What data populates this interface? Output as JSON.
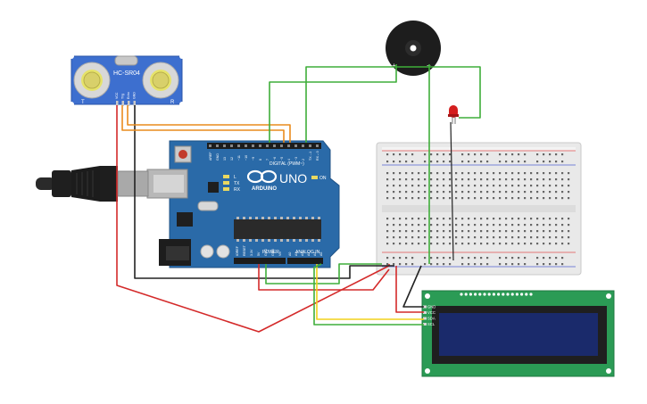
{
  "sensor": {
    "model": "HC-SR04",
    "left_mark": "T",
    "right_mark": "R",
    "pins": [
      "VCC",
      "Trig",
      "Echo",
      "GND"
    ]
  },
  "arduino": {
    "brand": "ARDUINO",
    "model": "UNO",
    "digital_label": "DIGITAL (PWM~)",
    "power_label": "POWER",
    "analog_label": "ANALOG IN",
    "led_tx": "TX",
    "led_rx": "RX",
    "led_l": "L",
    "led_on": "ON",
    "top_headers": [
      "AREF",
      "GND",
      "13",
      "12",
      "~11",
      "~10",
      "~9",
      "8",
      "7",
      "~6",
      "~5",
      "4",
      "~3",
      "2",
      "TX→1",
      "RX←0"
    ],
    "power_headers": [
      "IOREF",
      "RESET",
      "3.3V",
      "5V",
      "GND",
      "GND",
      "Vin"
    ],
    "analog_headers": [
      "A0",
      "A1",
      "A2",
      "A3",
      "A4",
      "A5"
    ]
  },
  "buzzer": {
    "plus": "+",
    "minus": "−"
  },
  "lcd": {
    "pins": [
      "GND",
      "VCC",
      "SDA",
      "SCL"
    ]
  },
  "colors": {
    "wire_red": "#d42a2a",
    "wire_black": "#222222",
    "wire_green": "#3fae3a",
    "wire_orange": "#e98b1d",
    "wire_yellow": "#f2d21b",
    "arduino_blue": "#2a6aa8",
    "lcd_green": "#2b9b55",
    "lcd_screen": "#1a2a6b",
    "sensor_blue": "#3d6fcf"
  }
}
